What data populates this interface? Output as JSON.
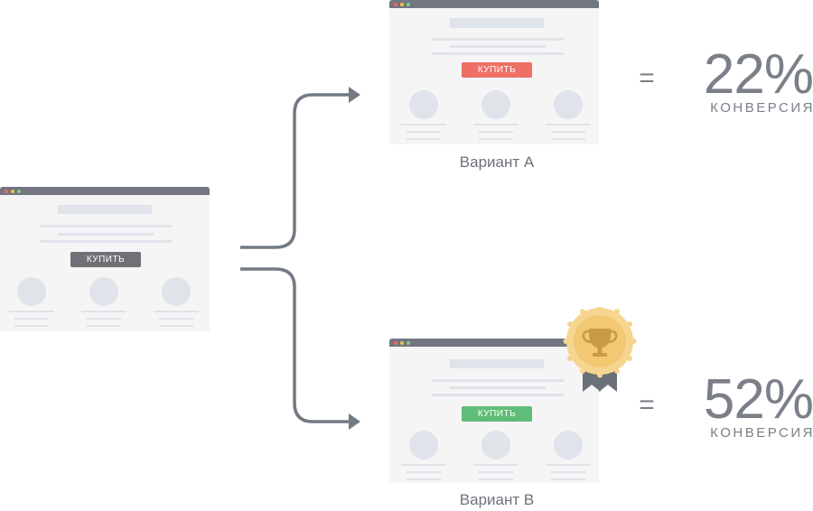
{
  "original_page": {
    "button_label": "КУПИТЬ"
  },
  "variant_a": {
    "button_label": "КУПИТЬ",
    "caption": "Вариант A",
    "equals": "=",
    "conversion_value": "22%",
    "conversion_label": "КОНВЕРСИЯ",
    "button_color": "#ee6f66"
  },
  "variant_b": {
    "button_label": "КУПИТЬ",
    "caption": "Вариант B",
    "equals": "=",
    "conversion_value": "52%",
    "conversion_label": "КОНВЕРСИЯ",
    "button_color": "#5fbd78",
    "badge_icon": "trophy-icon"
  }
}
